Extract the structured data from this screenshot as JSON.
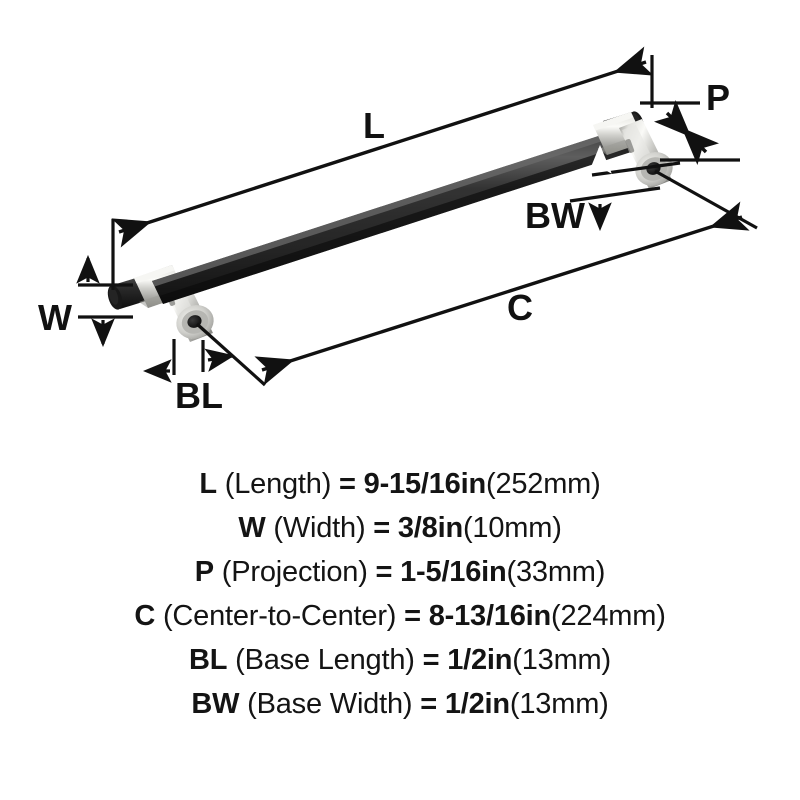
{
  "diagram": {
    "title": "Cabinet bar pull dimension diagram",
    "product": {
      "bar_finish_name": "matte-black-bar",
      "post_finish_name": "satin-nickel-post",
      "bar_color": "#2b2b2b",
      "bar_highlight_color": "#5a5a5a",
      "bar_shadow_color": "#111111",
      "post_color": "#d2d2ce",
      "post_highlight_color": "#f2f2ee",
      "post_shadow_color": "#8e8e8a",
      "end_cap_color": "#1e1e1e",
      "screw_hole_color": "#171717"
    },
    "line_color": "#111111",
    "callouts": [
      {
        "key": "L",
        "label": "L",
        "name": "dimension-label-length"
      },
      {
        "key": "W",
        "label": "W",
        "name": "dimension-label-width"
      },
      {
        "key": "P",
        "label": "P",
        "name": "dimension-label-projection"
      },
      {
        "key": "C",
        "label": "C",
        "name": "dimension-label-center-to-center"
      },
      {
        "key": "BL",
        "label": "BL",
        "name": "dimension-label-base-length"
      },
      {
        "key": "BW",
        "label": "BW",
        "name": "dimension-label-base-width"
      }
    ]
  },
  "specs": [
    {
      "symbol": "L",
      "description": "(Length)",
      "equals": "=",
      "imperial": "9-15/16in",
      "metric": "(252mm)"
    },
    {
      "symbol": "W",
      "description": "(Width)",
      "equals": "=",
      "imperial": "3/8in",
      "metric": "(10mm)"
    },
    {
      "symbol": "P",
      "description": "(Projection)",
      "equals": "=",
      "imperial": "1-5/16in",
      "metric": "(33mm)"
    },
    {
      "symbol": "C",
      "description": "(Center-to-Center)",
      "equals": "=",
      "imperial": "8-13/16in",
      "metric": "(224mm)"
    },
    {
      "symbol": "BL",
      "description": "(Base Length)",
      "equals": "=",
      "imperial": "1/2in",
      "metric": "(13mm)"
    },
    {
      "symbol": "BW",
      "description": "(Base Width)",
      "equals": "=",
      "imperial": "1/2in",
      "metric": "(13mm)"
    }
  ]
}
